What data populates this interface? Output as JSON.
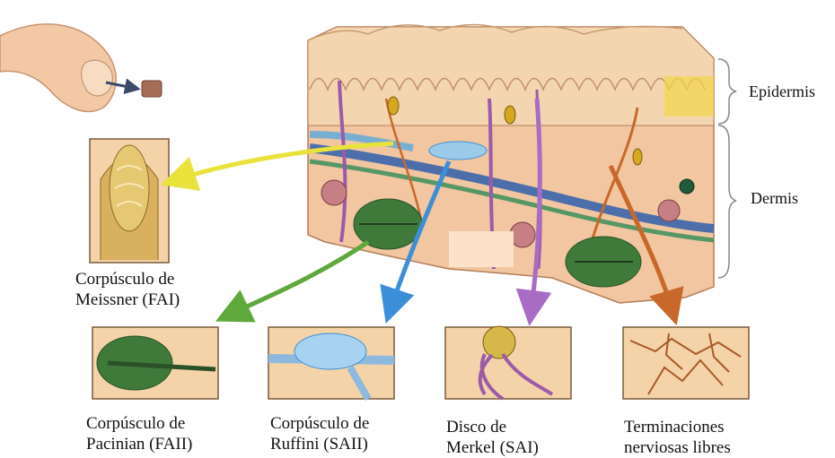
{
  "labels": {
    "epidermis": "Epidermis",
    "dermis": "Dermis",
    "meissner": {
      "line1": "Corpúsculo de",
      "line2": "Meissner (FAI)"
    },
    "pacinian": {
      "line1": "Corpúsculo de",
      "line2": "Pacinian (FAII)"
    },
    "ruffini": {
      "line1": "Corpúsculo de",
      "line2": "Ruffini (SAII)"
    },
    "merkel": {
      "line1": "Disco de",
      "line2": "Merkel (SAI)"
    },
    "free_endings": {
      "line1": "Terminaciones",
      "line2": "nerviosas libres"
    }
  },
  "colors": {
    "meissner_arrow": "#e9e23a",
    "pacinian_arrow": "#5ea83c",
    "ruffini_arrow": "#3a8fd8",
    "merkel_arrow": "#a86cc4",
    "free_endings_arrow": "#c8682a",
    "skin": "#f3cfa6",
    "epidermis_top": "#efd6ad",
    "nerve": "#9c5aa8",
    "capsule_green": "#3f7a3b"
  }
}
